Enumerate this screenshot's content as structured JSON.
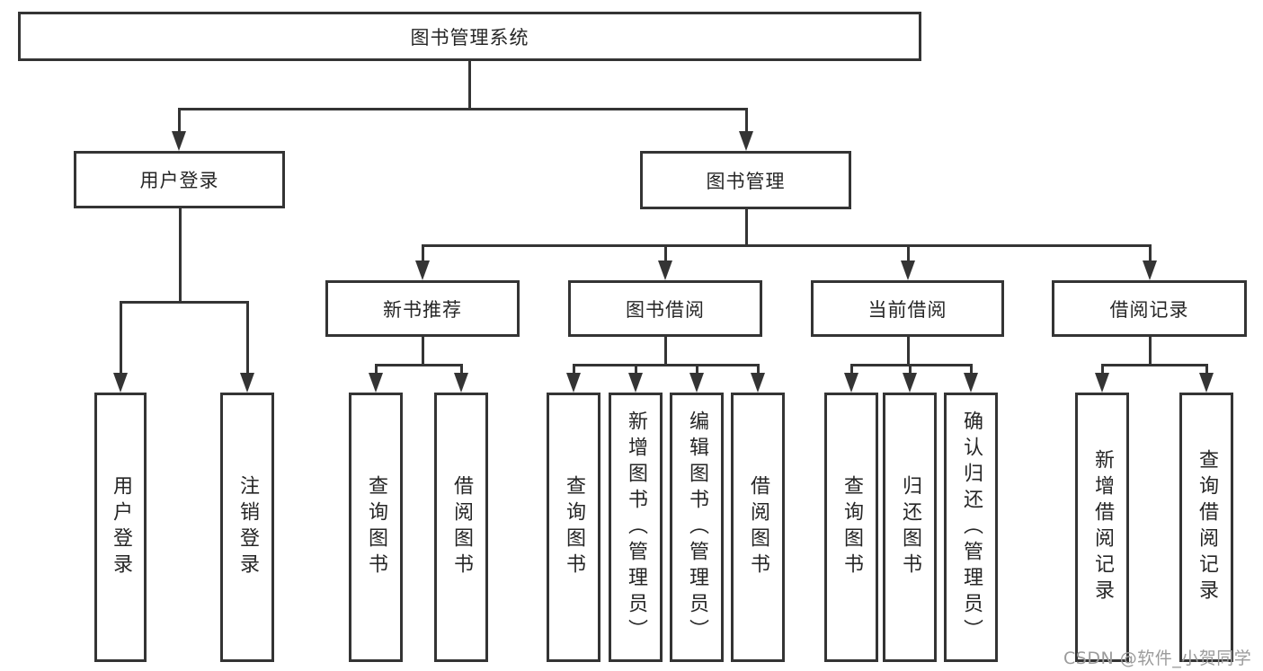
{
  "tree": {
    "root": {
      "label": "图书管理系统"
    },
    "branches": [
      {
        "label": "用户登录",
        "leaves": [
          {
            "label": "用户登录"
          },
          {
            "label": "注销登录"
          }
        ]
      },
      {
        "label": "图书管理",
        "children": [
          {
            "label": "新书推荐",
            "leaves": [
              {
                "label": "查询图书"
              },
              {
                "label": "借阅图书"
              }
            ]
          },
          {
            "label": "图书借阅",
            "leaves": [
              {
                "label": "查询图书"
              },
              {
                "label": "新增图书（管理员）"
              },
              {
                "label": "编辑图书（管理员）"
              },
              {
                "label": "借阅图书"
              }
            ]
          },
          {
            "label": "当前借阅",
            "leaves": [
              {
                "label": "查询图书"
              },
              {
                "label": "归还图书"
              },
              {
                "label": "确认归还（管理员）"
              }
            ]
          },
          {
            "label": "借阅记录",
            "leaves": [
              {
                "label": "新增借阅记录"
              },
              {
                "label": "查询借阅记录"
              }
            ]
          }
        ]
      }
    ]
  },
  "watermark": {
    "text": "CSDN @软件_小贺同学"
  },
  "colors": {
    "line": "#343434",
    "box_border": "#343434",
    "text": "#262626",
    "background": "#ffffff",
    "watermark": "#9b9b9b"
  }
}
